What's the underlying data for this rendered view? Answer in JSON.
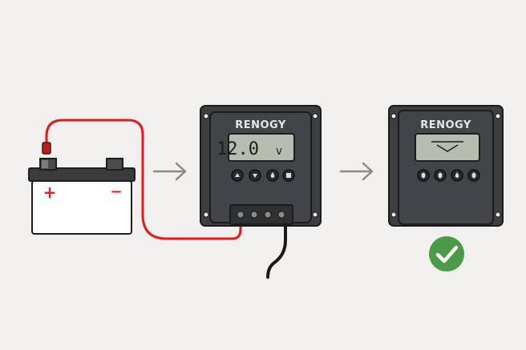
{
  "battery": {
    "positive_symbol": "+",
    "negative_symbol": "−",
    "positive_color": "#e02020",
    "negative_color": "#e02020"
  },
  "wire_color": "#e21b1b",
  "arrow_icon": "right-arrow-icon",
  "controller_on": {
    "brand": "RENOGY",
    "display_value": "12.0",
    "display_unit": "v",
    "buttons": [
      "up-arrow-icon",
      "down-arrow-icon",
      "drop-icon",
      "square-stop-icon"
    ]
  },
  "controller_off": {
    "brand": "RENOGY",
    "display_icon": "chevron-down-icon",
    "buttons": [
      "dot-icon",
      "dot-icon",
      "drop-icon",
      "dot-icon"
    ]
  },
  "status": {
    "icon": "check-circle-icon",
    "color": "#4a9a48"
  }
}
